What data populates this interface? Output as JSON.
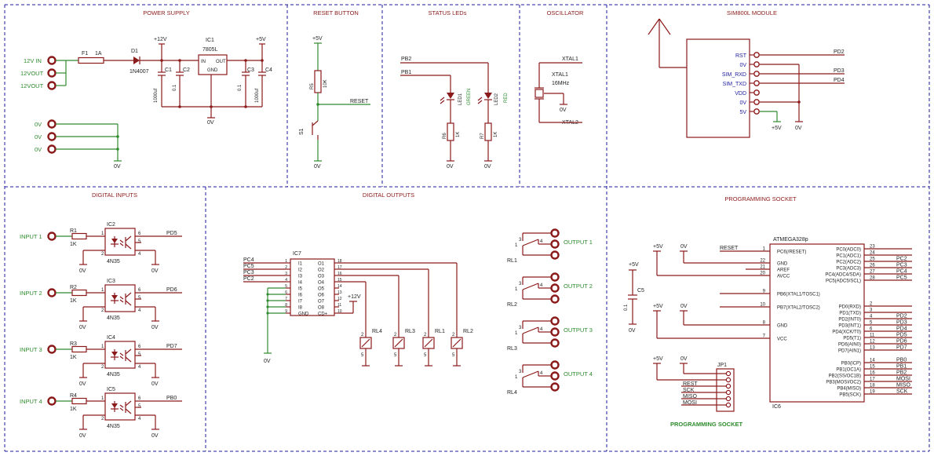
{
  "sections": {
    "power_supply": "POWER SUPPLY",
    "reset_button": "RESET BUTTON",
    "status_leds": "STATUS LEDs",
    "oscillator": "OSCILLATOR",
    "sim800l_module": "SIM800L MODULE",
    "digital_inputs": "DIGITAL INPUTS",
    "digital_outputs": "DIGITAL OUTPUTS",
    "programming_socket": "PROGRAMMING SOCKET"
  },
  "power": {
    "in_12v": "12V IN",
    "out_12v_a": "12VOUT",
    "out_12v_b": "12VOUT",
    "zero_v": "0V",
    "f1": "F1",
    "f1_rating": "1A",
    "d1": "D1",
    "d1_part": "1N4007",
    "plus12": "+12V",
    "plus5": "+5V",
    "ic1": "IC1",
    "ic1_part": "7805L",
    "ic1_in": "IN",
    "ic1_out": "OUT",
    "ic1_gnd": "GND",
    "c1": "C1",
    "c2": "C2",
    "c3": "C3",
    "c4": "C4",
    "c1_val": "1000uf",
    "c2_val": "0.1",
    "c3_val": "0.1",
    "c4_val": "1000uf"
  },
  "reset": {
    "plus5": "+5V",
    "r5": "R5",
    "r5_val": "10K",
    "net": "RESET",
    "s1": "S1",
    "zero": "0V"
  },
  "leds": {
    "pb2": "PB2",
    "pb1": "PB1",
    "led1": "LED1",
    "led1_color": "GREEN",
    "led2": "LED2",
    "led2_color": "RED",
    "r6": "R6",
    "r7": "R7",
    "r_val": "1K",
    "zero": "0V"
  },
  "osc": {
    "xtal1": "XTAL1",
    "xtal2": "XTAL2",
    "xtal_lbl": "XTAL1",
    "freq": "16MHz",
    "zero": "0V"
  },
  "sim": {
    "pins": [
      "RST",
      "0V",
      "SIM_RXD",
      "SIM_TXD",
      "VDD",
      "0V",
      "5V"
    ],
    "pd2": "PD2",
    "pd3": "PD3",
    "pd4": "PD4",
    "plus5": "+5V",
    "zero": "0V"
  },
  "inputs": {
    "items": [
      {
        "label": "INPUT 1",
        "r": "R1",
        "ic": "IC2",
        "net": "PD5"
      },
      {
        "label": "INPUT 2",
        "r": "R2",
        "ic": "IC3",
        "net": "PD6"
      },
      {
        "label": "INPUT 3",
        "r": "R3",
        "ic": "IC4",
        "net": "PD7"
      },
      {
        "label": "INPUT 4",
        "r": "R4",
        "ic": "IC5",
        "net": "PB0"
      }
    ],
    "r_val": "1K",
    "part": "4N35",
    "zero": "0V",
    "pin1": "1",
    "pin2": "2",
    "pin4": "4",
    "pin5": "5",
    "pin6": "6"
  },
  "outputs": {
    "ic7": "IC7",
    "left_pins": [
      "I1",
      "I2",
      "I3",
      "I4",
      "I5",
      "I6",
      "I7",
      "I8",
      "GND"
    ],
    "right_pins": [
      "O1",
      "O2",
      "O3",
      "O4",
      "O5",
      "O6",
      "O7",
      "O8",
      "CD+"
    ],
    "left_nums": [
      "1",
      "2",
      "3",
      "4",
      "5",
      "6",
      "7",
      "8",
      "9"
    ],
    "right_nums": [
      "18",
      "17",
      "16",
      "15",
      "14",
      "13",
      "12",
      "11",
      "10"
    ],
    "nets": [
      "PC4",
      "PC5",
      "PC3",
      "PC2"
    ],
    "plus12": "+12V",
    "zero": "0V",
    "coils": [
      "RL4",
      "RL3",
      "RL1",
      "RL2"
    ],
    "coil_pin_top": "2",
    "coil_pin_bot": "5",
    "relays": [
      {
        "rl": "RL1",
        "out": "OUTPUT 1"
      },
      {
        "rl": "RL2",
        "out": "OUTPUT 2"
      },
      {
        "rl": "RL3",
        "out": "OUTPUT 3"
      },
      {
        "rl": "RL4",
        "out": "OUTPUT 4"
      }
    ],
    "relay_pins": [
      "3",
      "1",
      "4"
    ]
  },
  "prog": {
    "chip": "ATMEGA328p",
    "ic6": "IC6",
    "left_pins": [
      {
        "name": "PC6(/RESET)",
        "num": "1"
      },
      {
        "name": "GND",
        "num": "22"
      },
      {
        "name": "AREF",
        "num": "21"
      },
      {
        "name": "AVCC",
        "num": "20"
      },
      {
        "name": "PB6(XTAL1/TOSC1)",
        "num": "9"
      },
      {
        "name": "PB7(XTAL2/TOSC2)",
        "num": "10"
      },
      {
        "name": "GND",
        "num": "8"
      },
      {
        "name": "VCC",
        "num": "7"
      }
    ],
    "right_pins": [
      {
        "name": "PC0(ADC0)",
        "num": "23",
        "net": ""
      },
      {
        "name": "PC1(ADC1)",
        "num": "24",
        "net": ""
      },
      {
        "name": "PC2(ADC2)",
        "num": "25",
        "net": "PC2"
      },
      {
        "name": "PC3(ADC3)",
        "num": "26",
        "net": "PC3"
      },
      {
        "name": "PC4(ADC4/SDA)",
        "num": "27",
        "net": "PC4"
      },
      {
        "name": "PC5(ADC5/SCL)",
        "num": "28",
        "net": "PC5"
      },
      {
        "name": "PD0(RXD)",
        "num": "2",
        "net": ""
      },
      {
        "name": "PD1(TXD)",
        "num": "3",
        "net": ""
      },
      {
        "name": "PD2(INT0)",
        "num": "4",
        "net": "PD2"
      },
      {
        "name": "PD3(INT1)",
        "num": "5",
        "net": "PD3"
      },
      {
        "name": "PD4(XCK/T0)",
        "num": "6",
        "net": "PD4"
      },
      {
        "name": "PD5(T1)",
        "num": "11",
        "net": "PD5"
      },
      {
        "name": "PD6(AIN0)",
        "num": "12",
        "net": "PD6"
      },
      {
        "name": "PD7(AIN1)",
        "num": "13",
        "net": "PD7"
      },
      {
        "name": "PB0(ICP)",
        "num": "14",
        "net": "PB0"
      },
      {
        "name": "PB1(OC1A)",
        "num": "15",
        "net": "PB1"
      },
      {
        "name": "PB2(SS/OC1B)",
        "num": "16",
        "net": "PB2"
      },
      {
        "name": "PB3(MOSI/OC2)",
        "num": "17",
        "net": "MOSI"
      },
      {
        "name": "PB4(MISO)",
        "num": "18",
        "net": "MISO"
      },
      {
        "name": "PB5(SCK)",
        "num": "19",
        "net": "SCK"
      }
    ],
    "reset_net": "RESET",
    "plus5": "+5V",
    "zero": "0V",
    "c5": "C5",
    "c5_val": "0.1",
    "jp1": "JP1",
    "jp_nets": [
      "REST",
      "SCK",
      "MISO",
      "MOSI"
    ],
    "socket_title": "PROGRAMMING SOCKET"
  }
}
